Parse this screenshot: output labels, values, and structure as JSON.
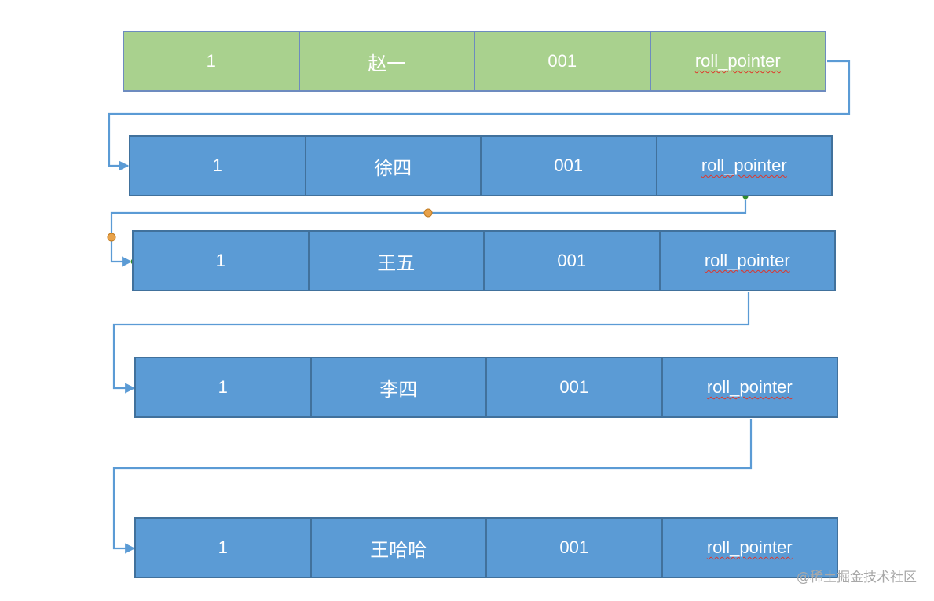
{
  "rows": [
    {
      "id": "1",
      "name": "赵一",
      "trx_id": "001",
      "pointer": "roll_pointer",
      "style": "current"
    },
    {
      "id": "1",
      "name": "徐四",
      "trx_id": "001",
      "pointer": "roll_pointer",
      "style": "history"
    },
    {
      "id": "1",
      "name": "王五",
      "trx_id": "001",
      "pointer": "roll_pointer",
      "style": "history"
    },
    {
      "id": "1",
      "name": "李四",
      "trx_id": "001",
      "pointer": "roll_pointer",
      "style": "history"
    },
    {
      "id": "1",
      "name": "王哈哈",
      "trx_id": "001",
      "pointer": "roll_pointer",
      "style": "history"
    }
  ],
  "colors": {
    "current_fill": "#a9d18e",
    "history_fill": "#5b9bd5",
    "connector": "#5b9bd5",
    "spellcheck_underline": "#e0362a"
  },
  "watermark": "@稀土掘金技术社区"
}
